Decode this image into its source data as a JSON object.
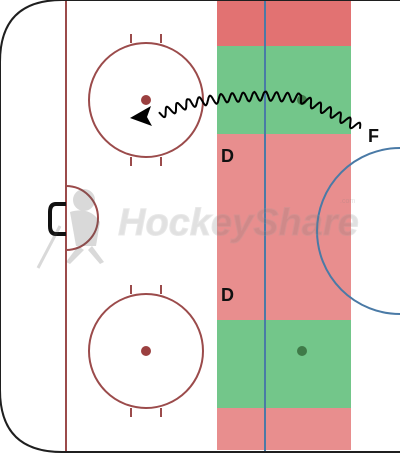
{
  "players": {
    "defense_top": "D",
    "defense_bottom": "D",
    "forward": "F"
  },
  "watermark": {
    "brand": "HockeyShare",
    "suffix": ".com"
  },
  "colors": {
    "ice": "#ffffff",
    "boards": "#1f1f1f",
    "rink_lines": "#9b4b4b",
    "red_zone_fill": "#e88e8e",
    "red_zone_top": "#e27272",
    "green_zone_fill": "#73c68a",
    "center_line": "#4a7aa6",
    "dot_red": "#9b4040",
    "dot_green": "#3f7a48",
    "skate_path": "#000000"
  },
  "icons": {
    "watermark_logo": "hockey-player-silhouette-icon",
    "puck_arrow": "arrowhead-icon"
  }
}
